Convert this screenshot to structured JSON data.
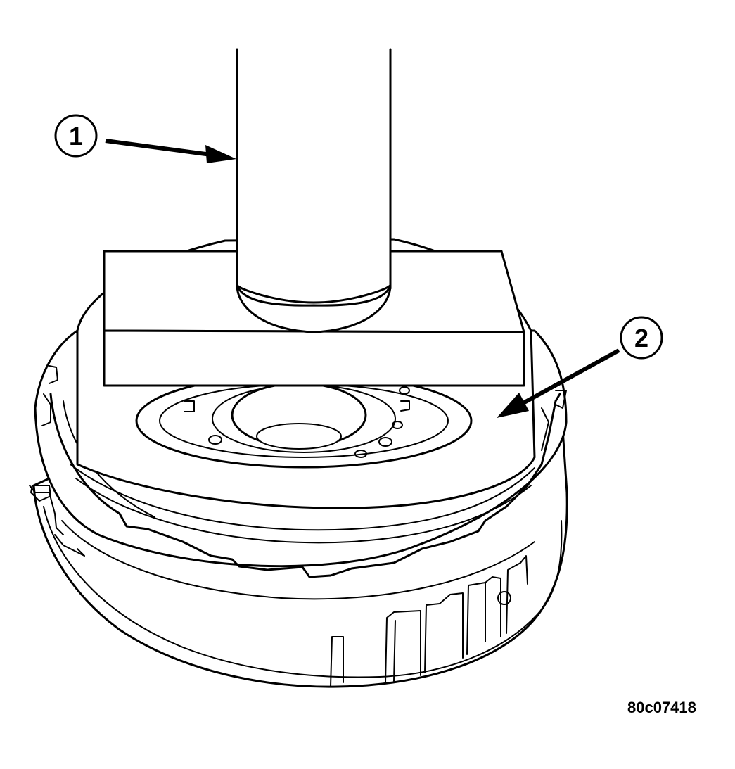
{
  "callouts": [
    {
      "number": "1"
    },
    {
      "number": "2"
    }
  ],
  "figure_id": "80c07418",
  "colors": {
    "line": "#000000",
    "background": "#ffffff"
  }
}
